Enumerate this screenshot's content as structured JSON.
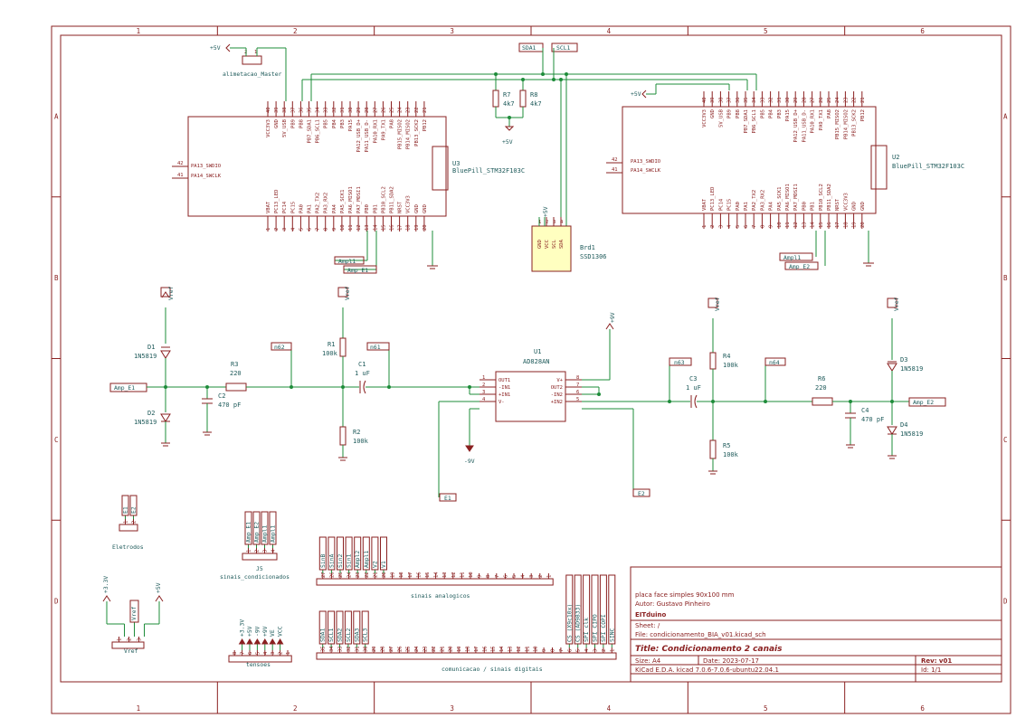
{
  "grid": {
    "cols": [
      "1",
      "2",
      "3",
      "4",
      "5",
      "6"
    ],
    "rows": [
      "A",
      "B",
      "C",
      "D"
    ]
  },
  "sheet_labels": {
    "sda1": "SDA1",
    "scl1": "SCL1"
  },
  "power": {
    "p5v": "+5V",
    "p9v": "+9V",
    "m9v": "-9V",
    "p33v": "+3.3V",
    "vref": "Vref"
  },
  "parts": {
    "j_alim": "alimetacao_Master",
    "r7": {
      "ref": "R7",
      "val": "4k7"
    },
    "r8": {
      "ref": "R8",
      "val": "4k7"
    },
    "u3": {
      "ref": "U3",
      "val": "BluePill_STM32F103C"
    },
    "u2": {
      "ref": "U2",
      "val": "BluePill_STM32F103C"
    },
    "brd1": {
      "ref": "Brd1",
      "val": "SSD1306"
    },
    "lcd_pins": [
      "GND",
      "VCC",
      "SCL",
      "SDA"
    ],
    "d1": {
      "ref": "D1",
      "val": "1N5819"
    },
    "d2": {
      "ref": "D2",
      "val": "1N5819"
    },
    "d3": {
      "ref": "D3",
      "val": "1N5819"
    },
    "d4": {
      "ref": "D4",
      "val": "1N5819"
    },
    "r1": {
      "ref": "R1",
      "val": "100k"
    },
    "r2": {
      "ref": "R2",
      "val": "100k"
    },
    "r3": {
      "ref": "R3",
      "val": "220"
    },
    "r4": {
      "ref": "R4",
      "val": "100k"
    },
    "r5": {
      "ref": "R5",
      "val": "100k"
    },
    "r6": {
      "ref": "R6",
      "val": "220"
    },
    "c1": {
      "ref": "C1",
      "val": "1 uF"
    },
    "c2": {
      "ref": "C2",
      "val": "470 pF"
    },
    "c3": {
      "ref": "C3",
      "val": "1 uF"
    },
    "c4": {
      "ref": "C4",
      "val": "470 pF"
    },
    "u1": {
      "ref": "U1",
      "val": "AD828AN",
      "left_pins": [
        [
          "1",
          "OUT1"
        ],
        [
          "2",
          "-IN1"
        ],
        [
          "3",
          "+IN1"
        ],
        [
          "4",
          "V-"
        ]
      ],
      "right_pins": [
        [
          "8",
          "V+"
        ],
        [
          "7",
          "OUT2"
        ],
        [
          "6",
          "-IN2"
        ],
        [
          "5",
          "+IN2"
        ]
      ]
    },
    "j_elet": "Eletrodos",
    "j5": {
      "ref": "J5",
      "val": "sinais_condicionados"
    },
    "j_vref": "Vref",
    "j_tens": "tensoes",
    "j_analog": "sinais analogicos",
    "j_com": "comunicacao / sinais digitais"
  },
  "nets": {
    "amp_e1": "Amp_E1",
    "amp_e2": "Amp_E2",
    "ampl1": "Ampl1",
    "n62": "n62",
    "n61": "n61",
    "n63": "n63",
    "n64": "n64",
    "e1": "E1",
    "e2": "E2",
    "f1": "E1",
    "f2": "E2"
  },
  "bluepill": {
    "top_nums": [
      "40",
      "39",
      "38",
      "37",
      "36",
      "35",
      "34",
      "33",
      "32",
      "31",
      "30",
      "29",
      "28",
      "27",
      "26",
      "25",
      "24",
      "23",
      "22",
      "21"
    ],
    "top_names": [
      "VCC3V3",
      "GND",
      "5V_USB",
      "PB9",
      "PB8",
      "PB7_SDA1",
      "PB6_SCL1",
      "PB5",
      "PB4",
      "PB3",
      "PA15",
      "PA12_USB_D+",
      "PA11_USB_D-",
      "PA10_RX1",
      "PA9_TX1",
      "PA8",
      "PB15_MISO2",
      "PB14_MISO2",
      "PB13_SCK2",
      "PB12"
    ],
    "bot_nums": [
      "1",
      "2",
      "3",
      "4",
      "5",
      "6",
      "7",
      "8",
      "9",
      "10",
      "11",
      "12",
      "13",
      "14",
      "15",
      "16",
      "17",
      "18",
      "19",
      "20"
    ],
    "bot_names": [
      "VBAT",
      "PC13_LED",
      "PC14",
      "PC15",
      "PA0",
      "PA1",
      "PA2_TX2",
      "PA3_RX2",
      "PA4",
      "PA5_SCK1",
      "PA6_MISO1",
      "PA7_MOSI1",
      "PB0",
      "PB1",
      "PB10_SCL2",
      "PB11_SDA2",
      "NRST",
      "VCC3V3",
      "GND",
      "GND"
    ],
    "left": [
      [
        "42",
        "PA13_SWDIO"
      ],
      [
        "41",
        "PA14_SWCLK"
      ]
    ]
  },
  "headers": {
    "elet_labels": [
      "E1",
      "E2"
    ],
    "elet_nums": [
      "1",
      "2"
    ],
    "j5_labels": [
      "Amp_E1",
      "Amp_E2",
      "Ampl1",
      "Ampl1"
    ],
    "j5_nums": [
      "1",
      "2",
      "3",
      "4"
    ],
    "vref_labels": [
      "+3.3V",
      "Vref",
      "+5V"
    ],
    "vref_nums": [
      "1",
      "2",
      "3"
    ],
    "tens_labels": [
      "+3.3V",
      "+5V",
      "-9V",
      "+9V",
      "VE",
      "VCC"
    ],
    "tens_nums": [
      "8",
      "7",
      "6",
      "5",
      "4",
      "3",
      "2",
      "1"
    ],
    "analog_labels": [
      "SinB",
      "SinA",
      "Sin2",
      "Sin1",
      "Ampl2",
      "Ampl1",
      "V2",
      "V1"
    ],
    "analog_nums": [
      "27",
      "26",
      "25",
      "24",
      "23",
      "22",
      "21",
      "20",
      "19",
      "18",
      "17",
      "16",
      "15",
      "14",
      "13",
      "12",
      "11",
      "10",
      "9",
      "8",
      "7",
      "6",
      "5",
      "4",
      "3",
      "2",
      "1"
    ],
    "com_left_labels": [
      "SDA1",
      "SCL1",
      "SDA2",
      "SCL2",
      "SDA3",
      "SCL3"
    ],
    "com_right_labels": [
      "CS (X9c10x)",
      "CS (AD9833)",
      "SPI_clk",
      "SPI_CIPO",
      "SPI_COPI",
      "SINC"
    ],
    "com_nums": [
      "35",
      "34",
      "33",
      "32",
      "31",
      "30",
      "29",
      "28",
      "27",
      "26",
      "25",
      "24",
      "23",
      "22",
      "21",
      "20",
      "19",
      "18",
      "17",
      "16",
      "15",
      "14",
      "13",
      "12",
      "11",
      "10",
      "9",
      "8",
      "7",
      "6",
      "5",
      "4",
      "3",
      "2",
      "1"
    ]
  },
  "title_block": {
    "line1": "placa face simples 90x100 mm",
    "line2": "Autor: Gustavo Pinheiro",
    "company": "EITduino",
    "sheet": "Sheet: /",
    "file": "File: condicionamento_BIA_v01.kicad_sch",
    "title": "Title: Condicionamento 2 canais",
    "size": "Size: A4",
    "date": "Date: 2023-07-17",
    "rev": "Rev: v01",
    "kicad": "KiCad E.D.A.  kicad 7.0.6-7.0.6-ubuntu22.04.1",
    "id": "Id: 1/1"
  }
}
